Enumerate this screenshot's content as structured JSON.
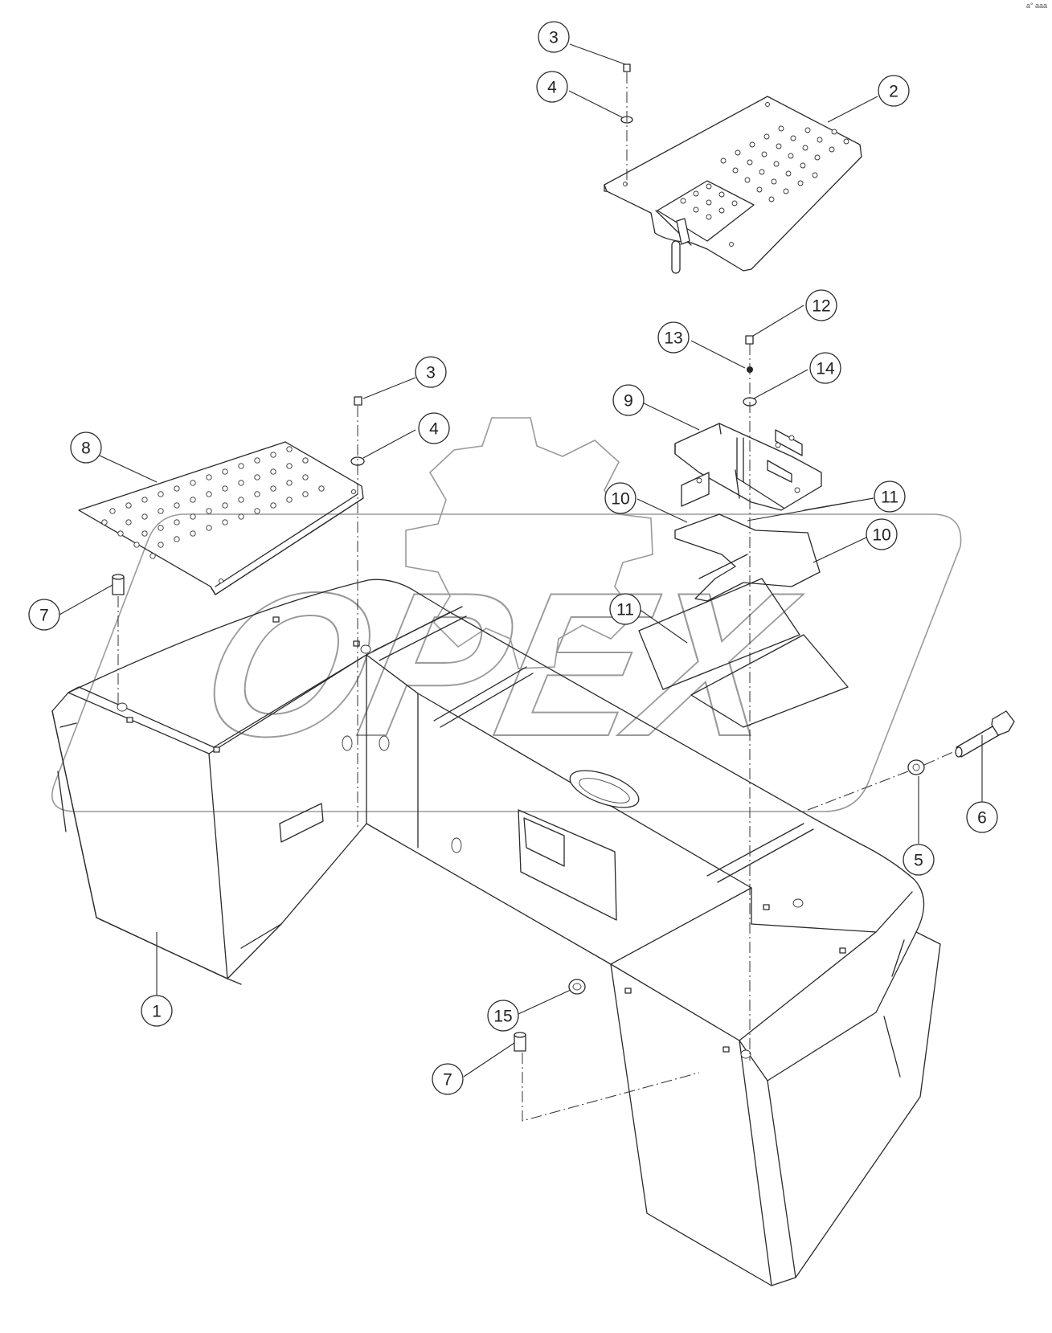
{
  "diagram": {
    "watermark_text": "OPEX",
    "corner_mark": "a° aaa",
    "callouts": [
      {
        "id": "c1",
        "label": "1"
      },
      {
        "id": "c2",
        "label": "2"
      },
      {
        "id": "c3a",
        "label": "3"
      },
      {
        "id": "c4a",
        "label": "4"
      },
      {
        "id": "c3b",
        "label": "3"
      },
      {
        "id": "c4b",
        "label": "4"
      },
      {
        "id": "c5",
        "label": "5"
      },
      {
        "id": "c6",
        "label": "6"
      },
      {
        "id": "c7a",
        "label": "7"
      },
      {
        "id": "c7b",
        "label": "7"
      },
      {
        "id": "c8",
        "label": "8"
      },
      {
        "id": "c9",
        "label": "9"
      },
      {
        "id": "c10a",
        "label": "10"
      },
      {
        "id": "c10b",
        "label": "10"
      },
      {
        "id": "c11a",
        "label": "11"
      },
      {
        "id": "c11b",
        "label": "11"
      },
      {
        "id": "c12",
        "label": "12"
      },
      {
        "id": "c13",
        "label": "13"
      },
      {
        "id": "c14",
        "label": "14"
      },
      {
        "id": "c15",
        "label": "15"
      }
    ]
  }
}
